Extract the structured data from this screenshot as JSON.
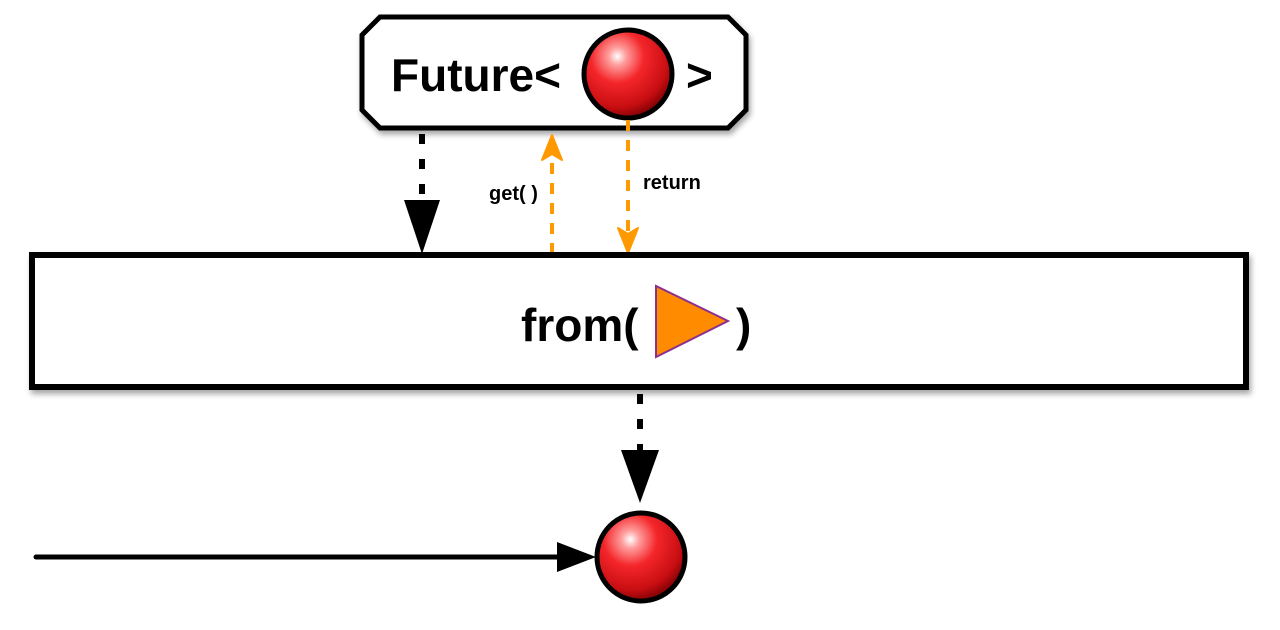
{
  "future_box": {
    "prefix": "Future<",
    "suffix": ">"
  },
  "operator_box": {
    "prefix": "from(",
    "suffix": ")"
  },
  "arrows": {
    "get_label": "get( )",
    "return_label": "return"
  },
  "colors": {
    "marble_red": "#e8161b",
    "call_arrow_orange": "#ff9900",
    "triangle_orange": "#ff8c00",
    "triangle_outline_purple": "#8e2f8f",
    "stroke_black": "#000000"
  },
  "icons": {
    "future_item": "red-marble-icon",
    "future_source": "orange-triangle-icon",
    "emitted_item": "red-marble-icon"
  }
}
